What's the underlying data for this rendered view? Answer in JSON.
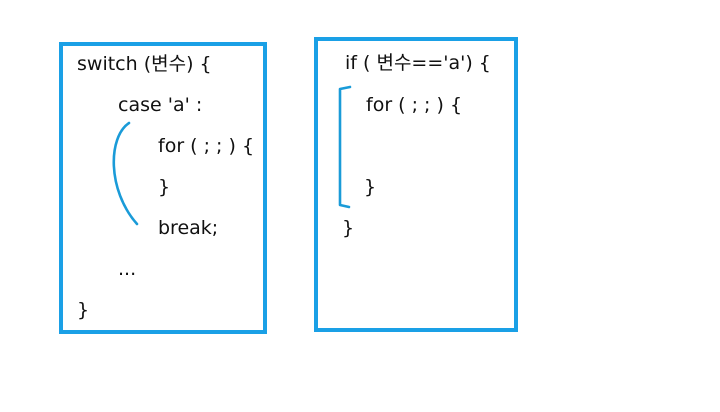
{
  "left_panel": {
    "lines": [
      "switch (변수) {",
      "case 'a' :",
      "for ( ; ; ) {",
      "}",
      "break;",
      "...",
      "}"
    ]
  },
  "right_panel": {
    "lines": [
      "if ( 변수=='a') {",
      "for ( ; ; ) {",
      "}",
      "}"
    ]
  },
  "colors": {
    "panel_border": "#1aa0e6",
    "annotation_stroke": "#1a9bd8",
    "text": "#111111"
  }
}
